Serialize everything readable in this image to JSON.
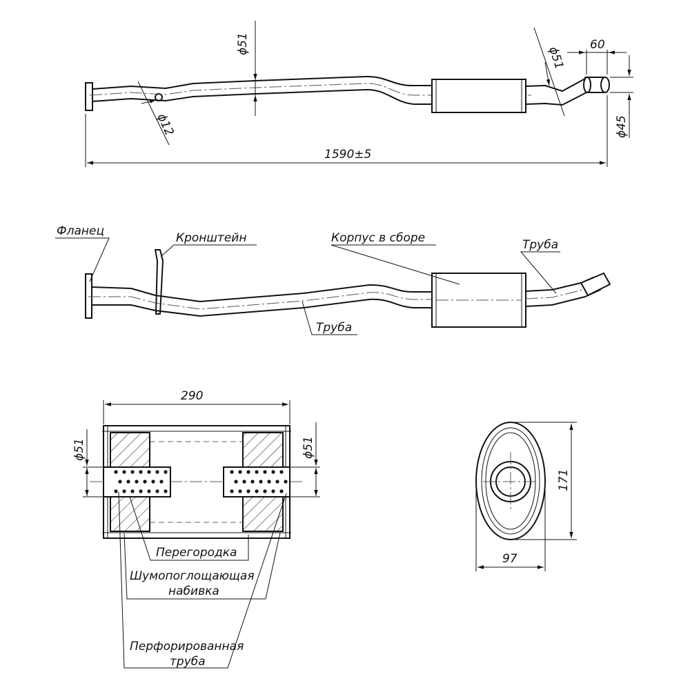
{
  "top_view": {
    "overall_length": "1590±5",
    "main_pipe_dia": "ϕ51",
    "rear_pipe_dia": "ϕ51",
    "bracket_hole_dia": "ϕ12",
    "outlet_length": "60",
    "outlet_dia": "ϕ45"
  },
  "side_view": {
    "flange_label": "Фланец",
    "bracket_label": "Кронштейн",
    "body_label": "Корпус в сборе",
    "tail_pipe_label": "Труба",
    "main_pipe_label": "Труба"
  },
  "section_view": {
    "length": "290",
    "inlet_dia": "ϕ51",
    "outlet_dia": "ϕ51",
    "baffle_label": "Перегородка",
    "packing_label_line1": "Шумопоглощающая",
    "packing_label_line2": "набивка",
    "perforated_label_line1": "Перфорированная",
    "perforated_label_line2": "труба"
  },
  "end_view": {
    "height": "171",
    "width": "97"
  }
}
